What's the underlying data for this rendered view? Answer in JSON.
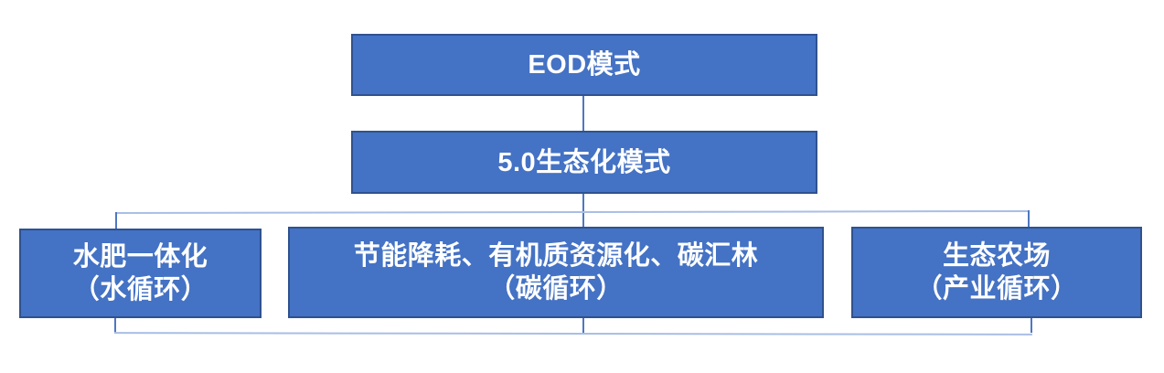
{
  "diagram": {
    "root": {
      "label": "EOD模式"
    },
    "level2": {
      "label": "5.0生态化模式"
    },
    "leaves": [
      {
        "title": "水肥一体化",
        "subtitle": "（水循环）"
      },
      {
        "title": "节能降耗、有机质资源化、碳汇林",
        "subtitle": "（碳循环）"
      },
      {
        "title": "生态农场",
        "subtitle": "（产业循环）"
      }
    ],
    "colors": {
      "box_fill": "#4472C4",
      "box_border": "#2F528F",
      "text": "#FFFFFF",
      "connector": "#4E77C2",
      "connector_light": "#A9BEE5",
      "background": "#FFFFFF"
    }
  }
}
